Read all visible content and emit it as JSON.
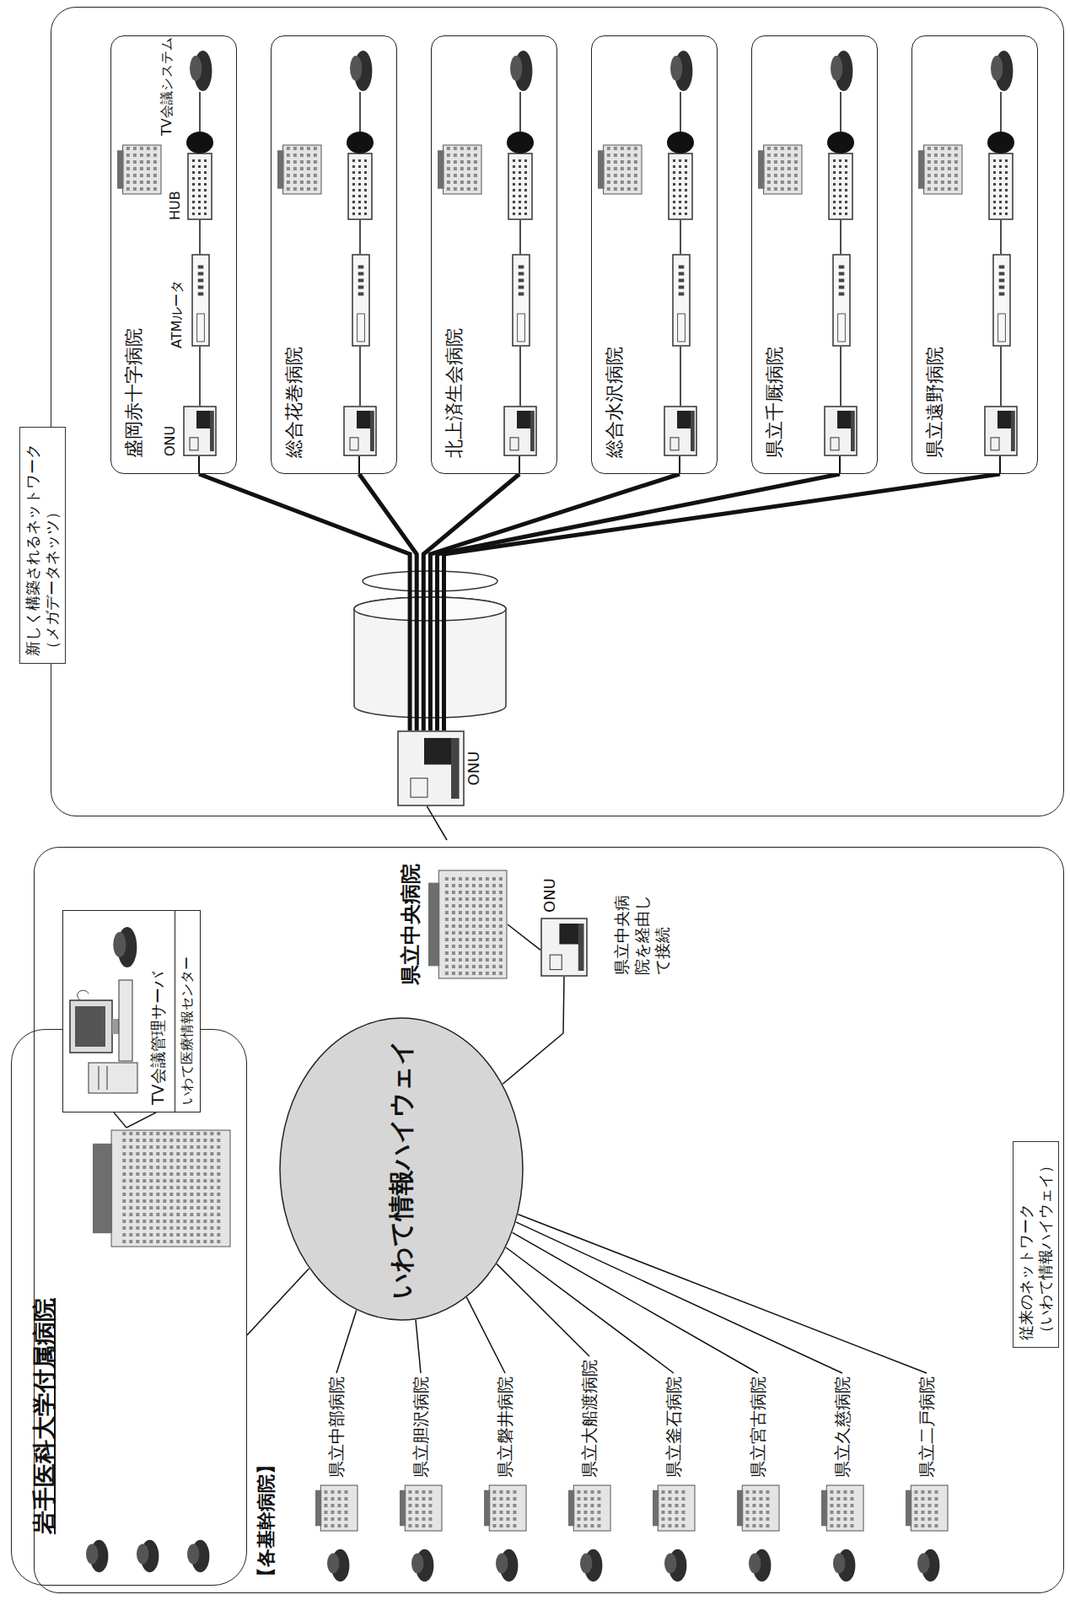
{
  "diagram": {
    "nodes": [
      {
        "text": [
          "従来のネットワーク （いわて情報ハイウェイ）"
        ]
      },
      {
        "text": [
          "岩手医科大学付属病院"
        ],
        "in": 0
      },
      {
        "text": [
          "TV会議管理サーバ",
          "いわて医療情報センター"
        ],
        "in": 1
      },
      {
        "text": [
          "いわて情報ハイウェイ"
        ],
        "in": 0
      },
      {
        "text": [
          "県立中央病院"
        ],
        "in": 0
      },
      {
        "text": [
          "ONU"
        ],
        "in": 0
      },
      {
        "text": [
          "県立中部病院"
        ],
        "in": 0
      },
      {
        "text": [
          "県立胆沢病院"
        ],
        "in": 0
      },
      {
        "text": [
          "県立磐井病院"
        ],
        "in": 0
      },
      {
        "text": [
          "県立大船渡病院"
        ],
        "in": 0
      },
      {
        "text": [
          "県立釜石病院"
        ],
        "in": 0
      },
      {
        "text": [
          "県立宮古病院"
        ],
        "in": 0
      },
      {
        "text": [
          "県立久慈病院"
        ],
        "in": 0
      },
      {
        "text": [
          "県立二戸病院"
        ],
        "in": 0
      },
      {
        "text": [
          "新しく構築されるネットワーク （メガデータネッツ）"
        ]
      },
      {
        "text": [
          "ONU"
        ],
        "in": 14
      },
      {
        "text": [
          "盛岡赤十字病院"
        ],
        "in": 14
      },
      {
        "text": [
          "総合花巻病院"
        ],
        "in": 14
      },
      {
        "text": [
          "北上済生会病院"
        ],
        "in": 14
      },
      {
        "text": [
          "総合水沢病院"
        ],
        "in": 14
      },
      {
        "text": [
          "県立千厩病院"
        ],
        "in": 14
      },
      {
        "text": [
          "県立遠野病院"
        ],
        "in": 14
      }
    ],
    "edges": [
      {
        "from": 1,
        "to": 3,
        "arrow": "none"
      },
      {
        "from": 6,
        "to": 3,
        "arrow": "none"
      },
      {
        "from": 7,
        "to": 3,
        "arrow": "none"
      },
      {
        "from": 8,
        "to": 3,
        "arrow": "none"
      },
      {
        "from": 9,
        "to": 3,
        "arrow": "none"
      },
      {
        "from": 10,
        "to": 3,
        "arrow": "none"
      },
      {
        "from": 11,
        "to": 3,
        "arrow": "none"
      },
      {
        "from": 12,
        "to": 3,
        "arrow": "none"
      },
      {
        "from": 13,
        "to": 3,
        "arrow": "none"
      },
      {
        "from": 3,
        "to": 5,
        "arrow": "none"
      },
      {
        "from": 5,
        "to": 4,
        "arrow": "none"
      },
      {
        "from": 4,
        "to": 15,
        "arrow": "none"
      },
      {
        "from": 15,
        "to": 16,
        "arrow": "none"
      },
      {
        "from": 15,
        "to": 17,
        "arrow": "none"
      },
      {
        "from": 15,
        "to": 18,
        "arrow": "none"
      },
      {
        "from": 15,
        "to": 19,
        "arrow": "none"
      },
      {
        "from": 15,
        "to": 20,
        "arrow": "none"
      },
      {
        "from": 15,
        "to": 21,
        "arrow": "none"
      }
    ],
    "labels": [
      "【各基幹病院】",
      "県立中央病院を経由して接続",
      "ONU",
      "ATMルータ",
      "HUB",
      "TV会議システム"
    ]
  }
}
